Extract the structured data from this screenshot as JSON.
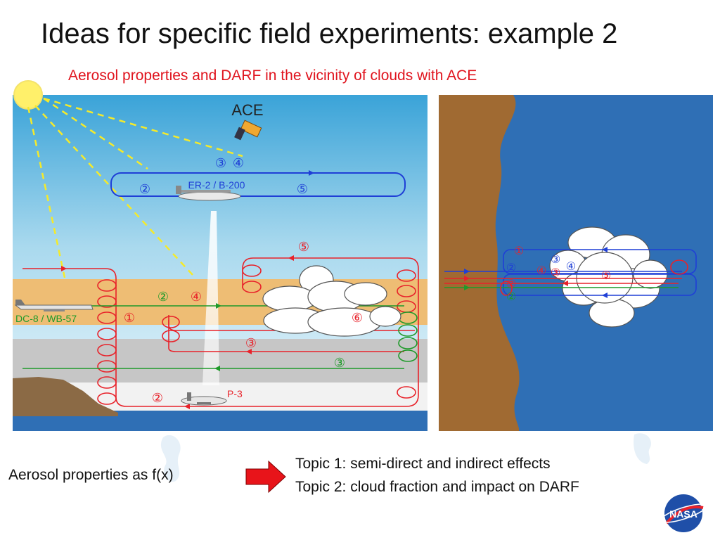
{
  "title": "Ideas for specific field experiments: example 2",
  "subtitle": "Aerosol properties and DARF in the vicinity of clouds with ACE",
  "left_panel": {
    "satellite_label": "ACE",
    "upper_aircraft_label": "ER-2 / B-200",
    "mid_aircraft_label": "DC-8 / WB-57",
    "low_aircraft_label": "P-3",
    "markers": {
      "m1": "①",
      "m2": "②",
      "m3": "③",
      "m4": "④",
      "m5": "⑤",
      "m6": "⑥"
    }
  },
  "bottom": {
    "left_text": "Aerosol properties as f(x)",
    "topic1": "Topic 1: semi-direct and indirect effects",
    "topic2": "Topic 2: cloud fraction and impact on DARF",
    "logo_text": "NASA"
  },
  "colors": {
    "red_track": "#e8222a",
    "blue_track": "#1f3fd6",
    "green_track": "#1f9a2a",
    "sky_top": "#3fa7d9",
    "ocean": "#2f6fb5",
    "land": "#a06a32",
    "aerosol_layer": "#eebd74",
    "haze_layer": "#c9c9c9"
  }
}
